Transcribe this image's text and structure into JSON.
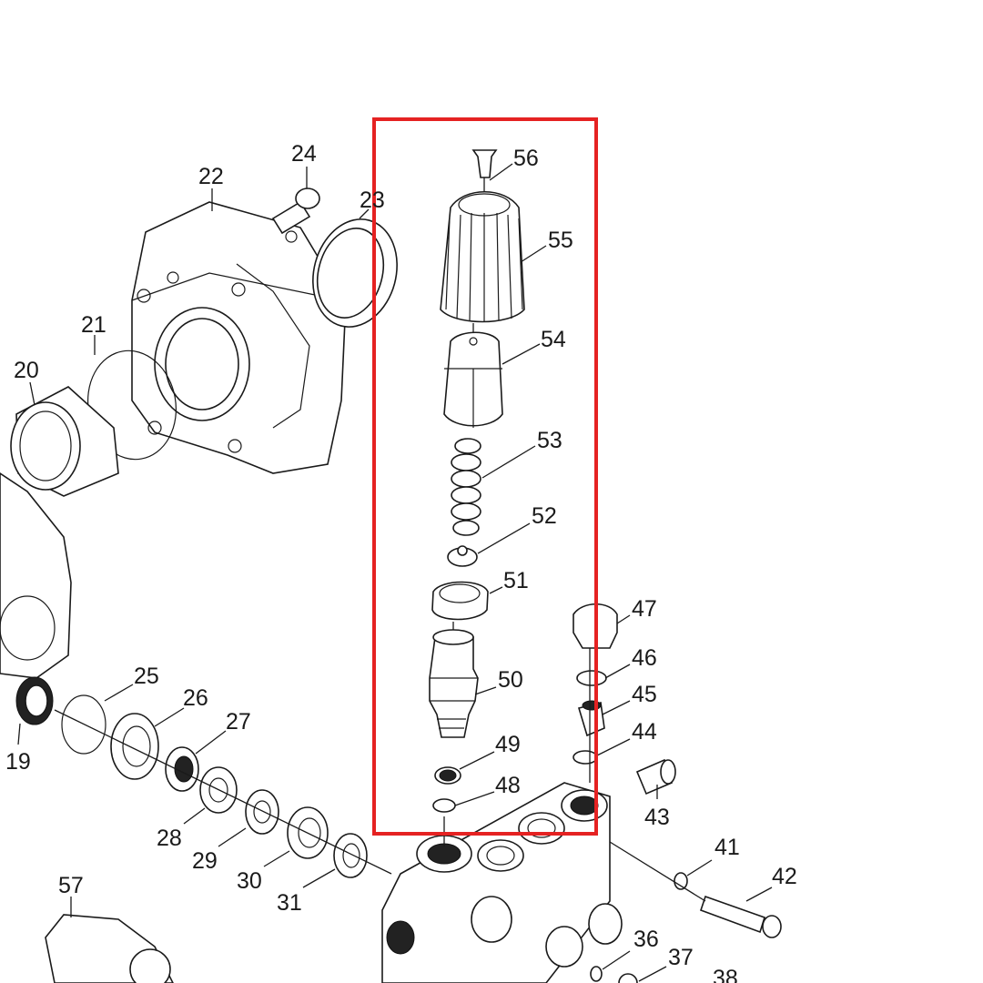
{
  "diagram": {
    "type": "exploded parts diagram",
    "highlight_color": "#e52222",
    "highlighted_parts": [
      "56",
      "55",
      "54",
      "53",
      "52",
      "51",
      "50",
      "49",
      "48"
    ],
    "part_labels": {
      "p19": "19",
      "p20": "20",
      "p21": "21",
      "p22": "22",
      "p23": "23",
      "p24": "24",
      "p25": "25",
      "p26": "26",
      "p27": "27",
      "p28": "28",
      "p29": "29",
      "p30": "30",
      "p31": "31",
      "p36": "36",
      "p37": "37",
      "p38": "38",
      "p41": "41",
      "p42": "42",
      "p43": "43",
      "p44": "44",
      "p45": "45",
      "p46": "46",
      "p47": "47",
      "p48": "48",
      "p49": "49",
      "p50": "50",
      "p51": "51",
      "p52": "52",
      "p53": "53",
      "p54": "54",
      "p55": "55",
      "p56": "56",
      "p57": "57"
    }
  }
}
